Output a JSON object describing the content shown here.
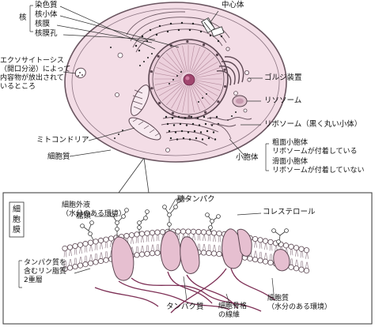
{
  "cell": {
    "nucleus_bracket_label": "核",
    "nucleus_parts": [
      "染色質",
      "核小体",
      "核膜",
      "核膜孔"
    ],
    "centrosome": "中心体",
    "exocytosis": "エクソサイトーシス\n（開口分泌）によって\n内容物が放出されて\nいるところ",
    "golgi": "ゴルジ装置",
    "lysosome": "リソソーム",
    "ribosome": "リボソーム（黒く丸い小体）",
    "mitochondria": "ミトコンドリア",
    "vesicle": "小胞体",
    "rough_er": "粗面小胞体\nリボソームが付着している",
    "smooth_er": "滑面小胞体\nリボソームが付着していない",
    "cytoplasm": "細胞質"
  },
  "membrane": {
    "box_label": "細\n胞\n膜",
    "extracellular": "細胞外液\n（水分のある環境）",
    "glycoprotein": "糖タンパク",
    "cholesterol": "コレステロール",
    "sugar_chain": "糖鎖",
    "bilayer": "タンパク質を\n含むリン脂質\n2重層",
    "protein": "タンパク質",
    "cytoskeleton": "細胞骨格\nの線維",
    "cytoplasm_env": "細胞質\n（水分のある環境）"
  },
  "colors": {
    "cell_fill": "#f3dde6",
    "cell_stroke": "#6a5560",
    "nucleus_fill": "#ecd0dc",
    "nucleolus": "#a0466e",
    "protein_fill": "#e6bfd0",
    "head_fill": "#ffffff",
    "fiber": "#7d2f55"
  }
}
